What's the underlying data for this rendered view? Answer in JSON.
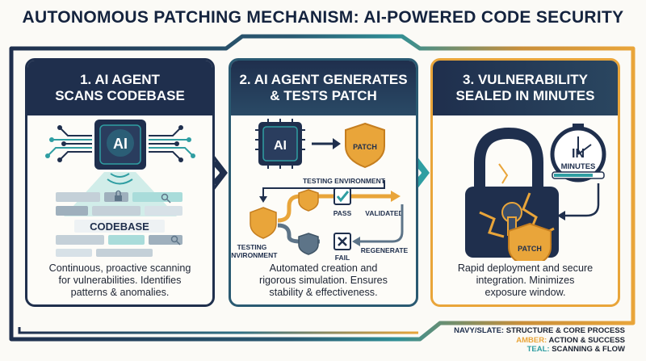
{
  "title": "AUTONOMOUS PATCHING MECHANISM: AI-POWERED CODE SECURITY",
  "colors": {
    "navy": "#1f2f4d",
    "amber": "#e9a53a",
    "teal": "#2f9ea2",
    "slate": "#5d7488"
  },
  "steps": [
    {
      "heading_line1": "1. AI AGENT",
      "heading_line2": "SCANS CODEBASE",
      "desc_line1": "Continuous, proactive scanning",
      "desc_line2": "for vulnerabilities. Identifies",
      "desc_line3": "patterns & anomalies.",
      "chip_label": "AI",
      "codebase_label": "CODEBASE"
    },
    {
      "heading_line1": "2. AI AGENT GENERATES",
      "heading_line2": "& TESTS PATCH",
      "desc_line1": "Automated creation and",
      "desc_line2": "rigorous simulation. Ensures",
      "desc_line3": "stability & effectiveness.",
      "chip_label": "AI",
      "patch_label": "PATCH",
      "testing_env_top": "TESTING ENVIRONMENT",
      "testing_env_left_line1": "TESTING",
      "testing_env_left_line2": "ENVIRONMENT",
      "pass_label": "PASS",
      "validated_label": "VALIDATED",
      "fail_label": "FAIL",
      "regenerate_label": "REGENERATE"
    },
    {
      "heading_line1": "3. VULNERABILITY",
      "heading_line2": "SEALED IN MINUTES",
      "desc_line1": "Rapid deployment and secure",
      "desc_line2": "integration. Minimizes",
      "desc_line3": "exposure window.",
      "timer_line1": "IN",
      "timer_line2": "MINUTES",
      "patch_label": "PATCH"
    }
  ],
  "legend": [
    {
      "key": "NAVY/SLATE:",
      "value": "STRUCTURE & CORE PROCESS",
      "color": "#1f2f4d"
    },
    {
      "key": "AMBER:",
      "value": "ACTION & SUCCESS",
      "color": "#e9a53a"
    },
    {
      "key": "TEAL:",
      "value": "SCANNING & FLOW",
      "color": "#2f9ea2"
    }
  ]
}
